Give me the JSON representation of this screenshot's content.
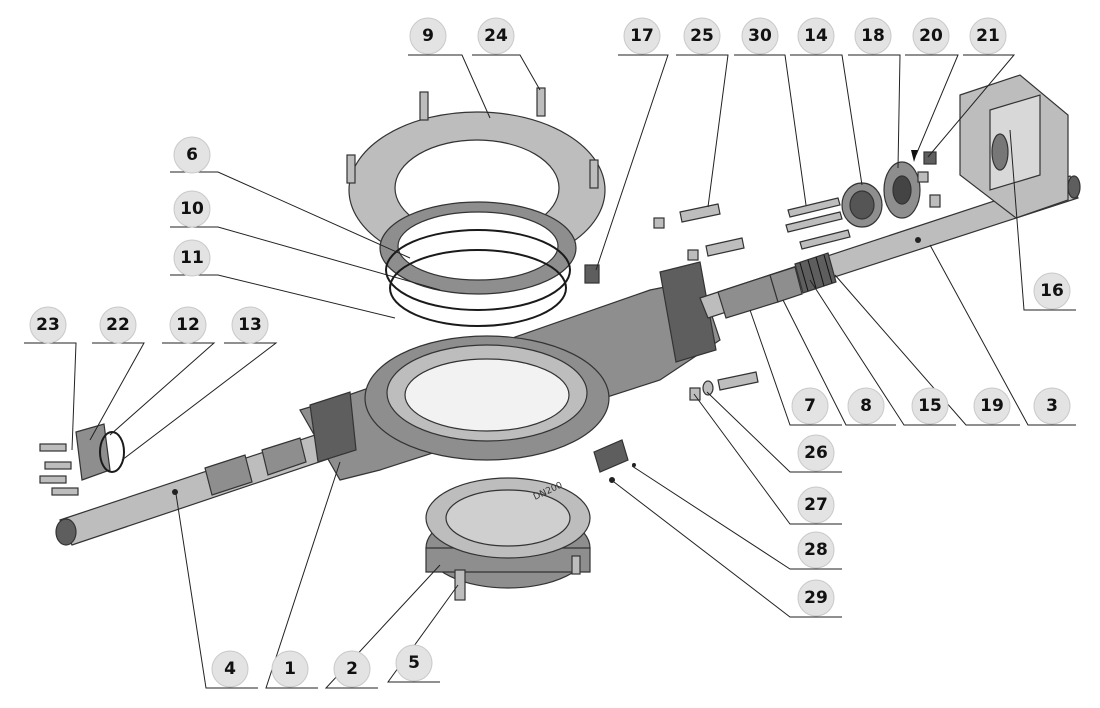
{
  "callouts": [
    {
      "id": "c9",
      "text": "9"
    },
    {
      "id": "c24",
      "text": "24"
    },
    {
      "id": "c17",
      "text": "17"
    },
    {
      "id": "c25",
      "text": "25"
    },
    {
      "id": "c30",
      "text": "30"
    },
    {
      "id": "c14",
      "text": "14"
    },
    {
      "id": "c18",
      "text": "18"
    },
    {
      "id": "c20",
      "text": "20"
    },
    {
      "id": "c21",
      "text": "21"
    },
    {
      "id": "c6",
      "text": "6"
    },
    {
      "id": "c10",
      "text": "10"
    },
    {
      "id": "c11",
      "text": "11"
    },
    {
      "id": "c16",
      "text": "16"
    },
    {
      "id": "c23",
      "text": "23"
    },
    {
      "id": "c22",
      "text": "22"
    },
    {
      "id": "c12",
      "text": "12"
    },
    {
      "id": "c13",
      "text": "13"
    },
    {
      "id": "c7",
      "text": "7"
    },
    {
      "id": "c8",
      "text": "8"
    },
    {
      "id": "c15",
      "text": "15"
    },
    {
      "id": "c19",
      "text": "19"
    },
    {
      "id": "c3",
      "text": "3"
    },
    {
      "id": "c26",
      "text": "26"
    },
    {
      "id": "c27",
      "text": "27"
    },
    {
      "id": "c28",
      "text": "28"
    },
    {
      "id": "c29",
      "text": "29"
    },
    {
      "id": "c4",
      "text": "4"
    },
    {
      "id": "c1",
      "text": "1"
    },
    {
      "id": "c2",
      "text": "2"
    },
    {
      "id": "c5",
      "text": "5"
    }
  ],
  "disc_marking": "DN200",
  "colors": {
    "metal": "#8e8e8e",
    "label_fill": "#e3e3e3",
    "line": "#222222"
  }
}
